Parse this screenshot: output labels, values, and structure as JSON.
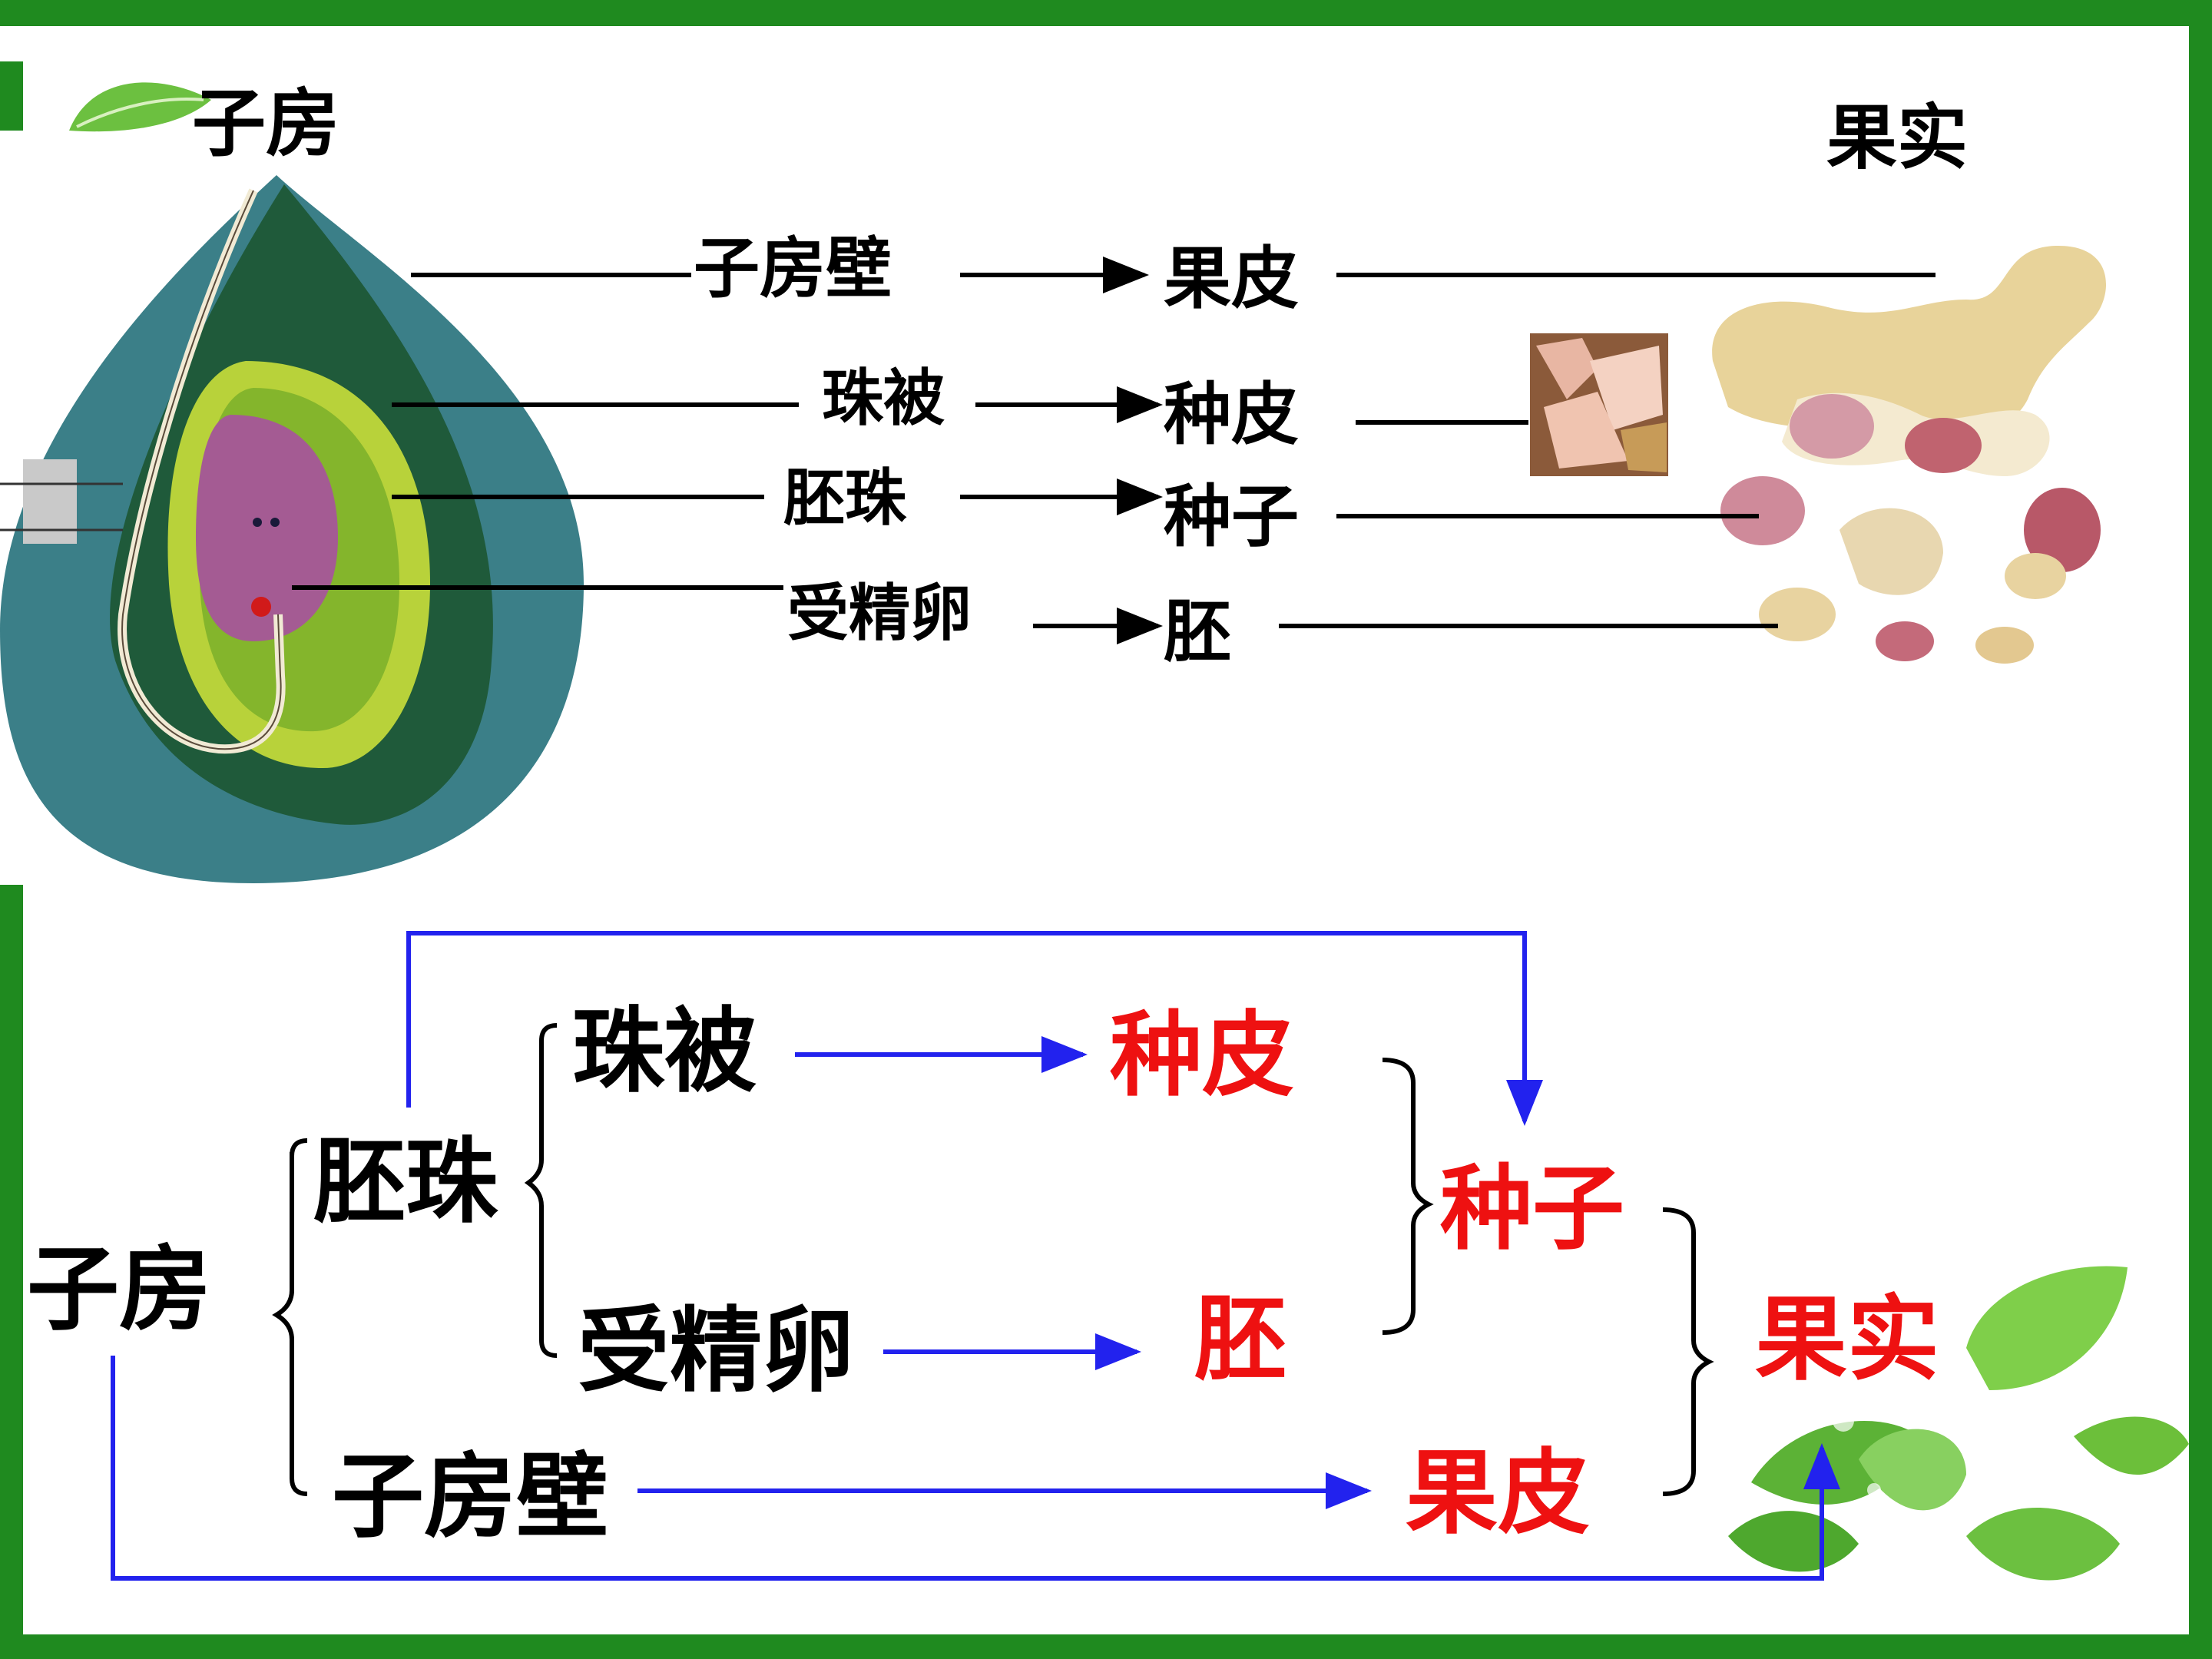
{
  "top": {
    "ovary_title": "子房",
    "fruit_title": "果实",
    "left_labels": [
      "子房壁",
      "珠被",
      "胚珠",
      "受精卵"
    ],
    "right_labels": [
      "果皮",
      "种皮",
      "种子",
      "胚"
    ]
  },
  "bottom": {
    "ovary": "子房",
    "ovule": "胚珠",
    "integument": "珠被",
    "zygote": "受精卵",
    "ovary_wall": "子房壁",
    "seed_coat": "种皮",
    "embryo": "胚",
    "seed": "种子",
    "pericarp": "果皮",
    "fruit": "果实"
  },
  "colors": {
    "frame": "#1f8a1f",
    "arrow_blue": "#2222ee",
    "result_red": "#ee1111"
  }
}
